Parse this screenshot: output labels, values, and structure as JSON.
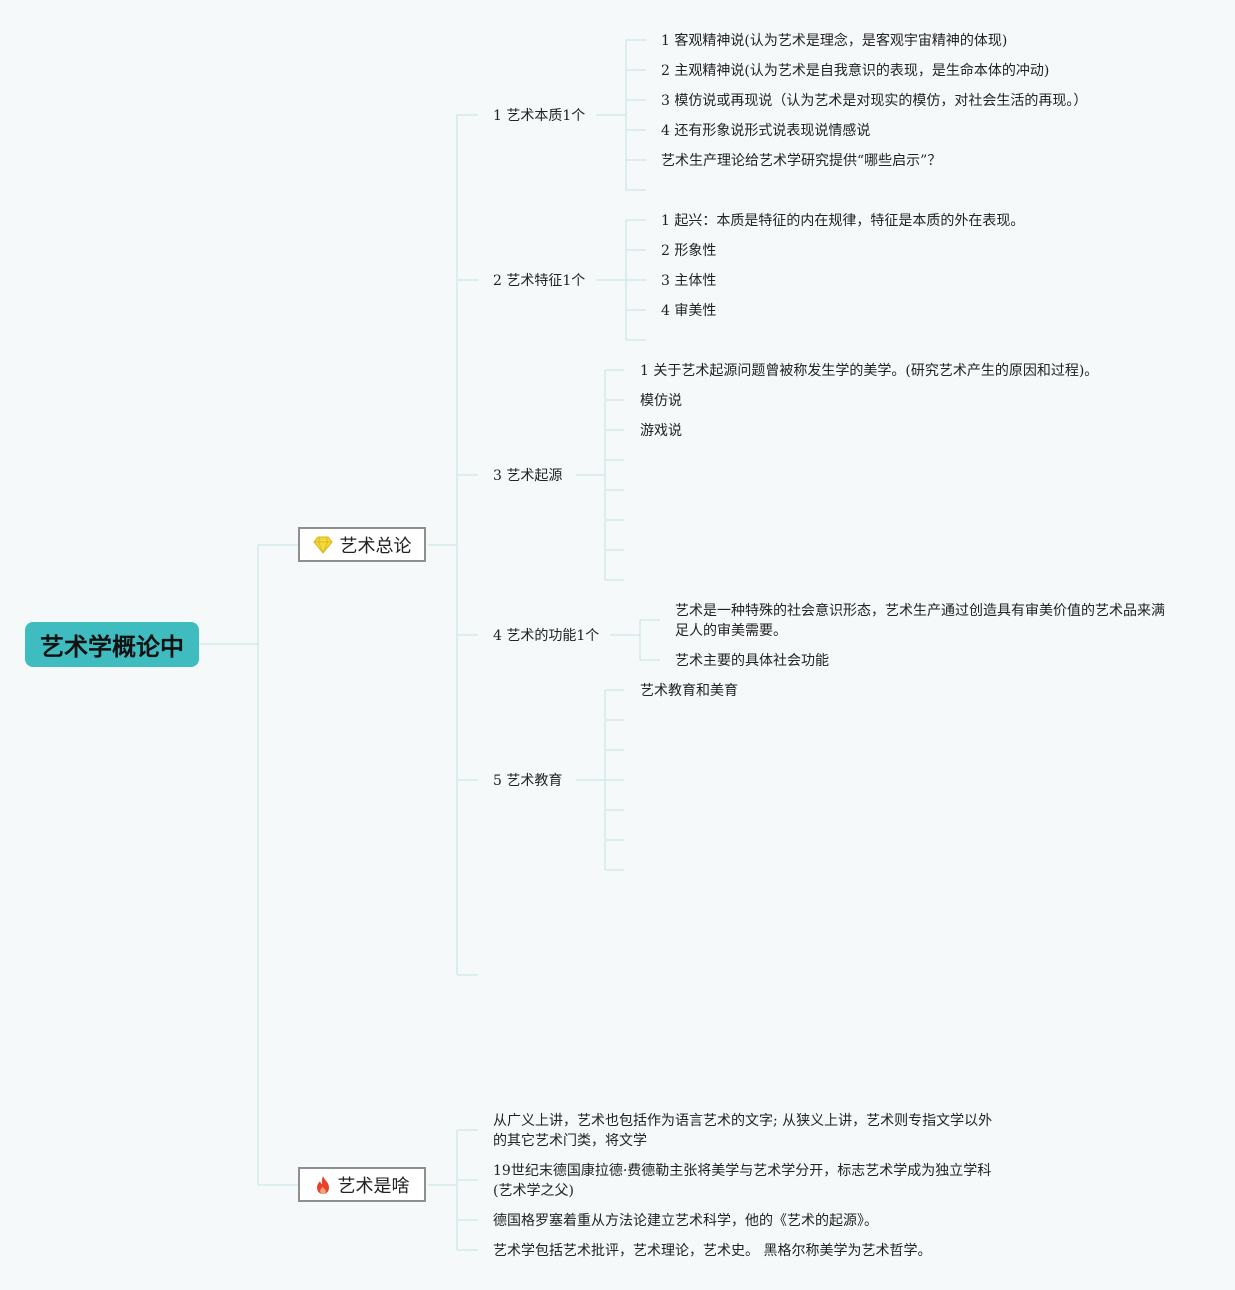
{
  "root": "艺术学概论中",
  "overview": {
    "label": "艺术总论",
    "icon": "diamond-icon",
    "icon_color": "#f5d83a",
    "sections": {
      "essence": {
        "label": "1 艺术本质1个",
        "items": [
          "1 客观精神说(认为艺术是理念，是客观宇宙精神的体现)",
          "2 主观精神说(认为艺术是自我意识的表现，是生命本体的冲动)",
          "3 模仿说或再现说（认为艺术是对现实的模仿，对社会生活的再现。）",
          "4 还有形象说形式说表现说情感说",
          "艺术生产理论给艺术学研究提供“哪些启示”？"
        ]
      },
      "features": {
        "label": "2 艺术特征1个",
        "items": [
          "1 起兴：本质是特征的内在规律，特征是本质的外在表现。",
          "2 形象性",
          "3 主体性",
          "4 审美性"
        ]
      },
      "origin": {
        "label": "3 艺术起源",
        "items": [
          "1 关于艺术起源问题曾被称发生学的美学。(研究艺术产生的原因和过程)。",
          "模仿说",
          "游戏说"
        ]
      },
      "function": {
        "label": "4 艺术的功能1个",
        "items": [
          "艺术是一种特殊的社会意识形态，艺术生产通过创造具有审美价值的艺术品来满足人的审美需要。",
          "艺术主要的具体社会功能"
        ]
      },
      "education": {
        "label": "5 艺术教育",
        "items": [
          "艺术教育和美育"
        ]
      }
    }
  },
  "what": {
    "label": "艺术是啥",
    "icon": "fire-icon",
    "icon_color": "#e8412c",
    "items": [
      "从广义上讲，艺术也包括作为语言艺术的文字; 从狭义上讲，艺术则专指文学以外的其它艺术门类，将文学",
      "19世纪末德国康拉德·费德勒主张将美学与艺术学分开，标志艺术学成为独立学科(艺术学之父)",
      "德国格罗塞着重从方法论建立艺术科学，他的《艺术的起源》。",
      "艺术学包括艺术批评，艺术理论，艺术史。 黑格尔称美学为艺术哲学。"
    ]
  },
  "colors": {
    "root_fill": "#3fbcc0",
    "connector": "#cfe6ea",
    "background": "#f5f9fa"
  }
}
